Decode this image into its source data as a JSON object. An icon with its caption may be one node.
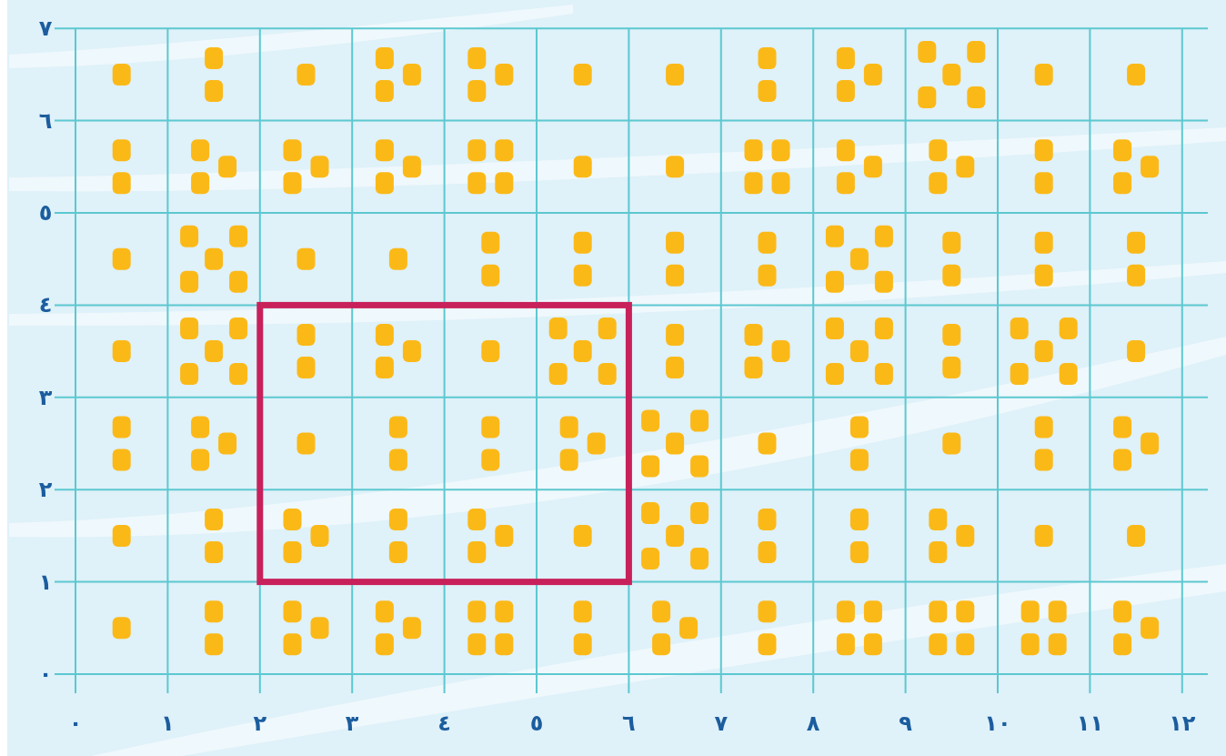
{
  "diagram": {
    "labels": [
      "٧",
      "٦",
      "٥",
      "٤",
      "٣",
      "٢",
      "١",
      "٠",
      "٠",
      "١",
      "٢",
      "٣",
      "٤",
      "٥",
      "٦",
      "٧",
      "٨",
      "٩",
      "١٠",
      "١١",
      "١٢"
    ]
  }
}
